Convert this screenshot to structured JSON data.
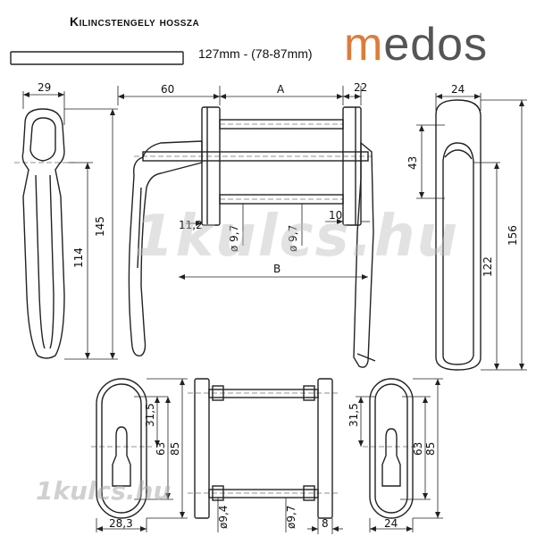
{
  "header": {
    "title": "Kilincstengely hossza",
    "length_info": "127mm - (78-87mm)",
    "brand_first": "m",
    "brand_rest": "edos"
  },
  "watermark": {
    "main": "1kulcs.hu",
    "small": "1kulcs.hu"
  },
  "dims": {
    "side_width": "29",
    "side_total": "145",
    "side_inner": "114",
    "top_60": "60",
    "top_A": "A",
    "top_22": "22",
    "right_width": "24",
    "right_43": "43",
    "right_156": "156",
    "right_122": "122",
    "d_11_2": "11,2",
    "d_9_7a": "ø 9,7",
    "d_9_7b": "ø 9,7",
    "d_10": "10",
    "d_B": "B",
    "plate_31_5": "31,5",
    "plate_63": "63",
    "plate_85": "85",
    "plate_width": "28,3",
    "rose_9_4": "ø9,4",
    "rose_9_7": "ø9,7",
    "rose_8": "8",
    "plate2_31_5": "31,5",
    "plate2_63": "63",
    "plate2_85": "85",
    "plate2_width": "24"
  },
  "colors": {
    "line": "#222222",
    "brand_accent": "#e07a3a",
    "brand_gray": "#555555"
  }
}
